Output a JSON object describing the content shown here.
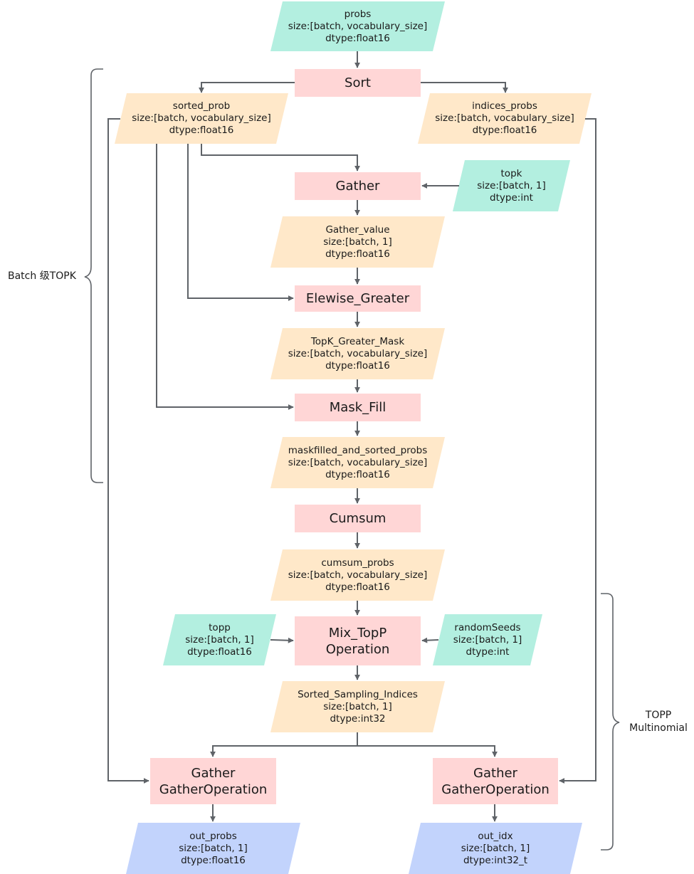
{
  "colors": {
    "input_tensor": "#b3efe0",
    "intermediate_tensor": "#ffe8c9",
    "output_tensor": "#c2d3fc",
    "operation": "#ffd6d6",
    "connector": "#5f6368"
  },
  "tensors": {
    "probs": {
      "name": "probs",
      "size": "size:[batch, vocabulary_size]",
      "dtype": "dtype:float16"
    },
    "sorted_prob": {
      "name": "sorted_prob",
      "size": "size:[batch, vocabulary_size]",
      "dtype": "dtype:float16"
    },
    "indices_probs": {
      "name": "indices_probs",
      "size": "size:[batch, vocabulary_size]",
      "dtype": "dtype:float16"
    },
    "topk": {
      "name": "topk",
      "size": "size:[batch, 1]",
      "dtype": "dtype:int"
    },
    "gather_value": {
      "name": "Gather_value",
      "size": "size:[batch, 1]",
      "dtype": "dtype:float16"
    },
    "topk_greater_mask": {
      "name": "TopK_Greater_Mask",
      "size": "size:[batch, vocabulary_size]",
      "dtype": "dtype:float16"
    },
    "maskfilled_sorted_probs": {
      "name": "maskfilled_and_sorted_probs",
      "size": "size:[batch, vocabulary_size]",
      "dtype": "dtype:float16"
    },
    "cumsum_probs": {
      "name": "cumsum_probs",
      "size": "size:[batch, vocabulary_size]",
      "dtype": "dtype:float16"
    },
    "topp": {
      "name": "topp",
      "size": "size:[batch, 1]",
      "dtype": "dtype:float16"
    },
    "random_seeds": {
      "name": "randomSeeds",
      "size": "size:[batch, 1]",
      "dtype": "dtype:int"
    },
    "sorted_sampling_indices": {
      "name": "Sorted_Sampling_Indices",
      "size": "size:[batch, 1]",
      "dtype": "dtype:int32"
    },
    "out_probs": {
      "name": "out_probs",
      "size": "size:[batch, 1]",
      "dtype": "dtype:float16"
    },
    "out_idx": {
      "name": "out_idx",
      "size": "size:[batch, 1]",
      "dtype": "dtype:int32_t"
    }
  },
  "operations": {
    "sort": {
      "line1": "Sort"
    },
    "gather": {
      "line1": "Gather"
    },
    "elewise_greater": {
      "line1": "Elewise_Greater"
    },
    "mask_fill": {
      "line1": "Mask_Fill"
    },
    "cumsum": {
      "line1": "Cumsum"
    },
    "mix_topp": {
      "line1": "Mix_TopP",
      "line2": "Operation"
    },
    "gather_probs": {
      "line1": "Gather",
      "line2": "GatherOperation"
    },
    "gather_idx": {
      "line1": "Gather",
      "line2": "GatherOperation"
    }
  },
  "groups": {
    "batch_topk": {
      "label": "Batch 级TOPK"
    },
    "topp_multinomial": {
      "line1": "TOPP",
      "line2": "Multinomial"
    }
  }
}
